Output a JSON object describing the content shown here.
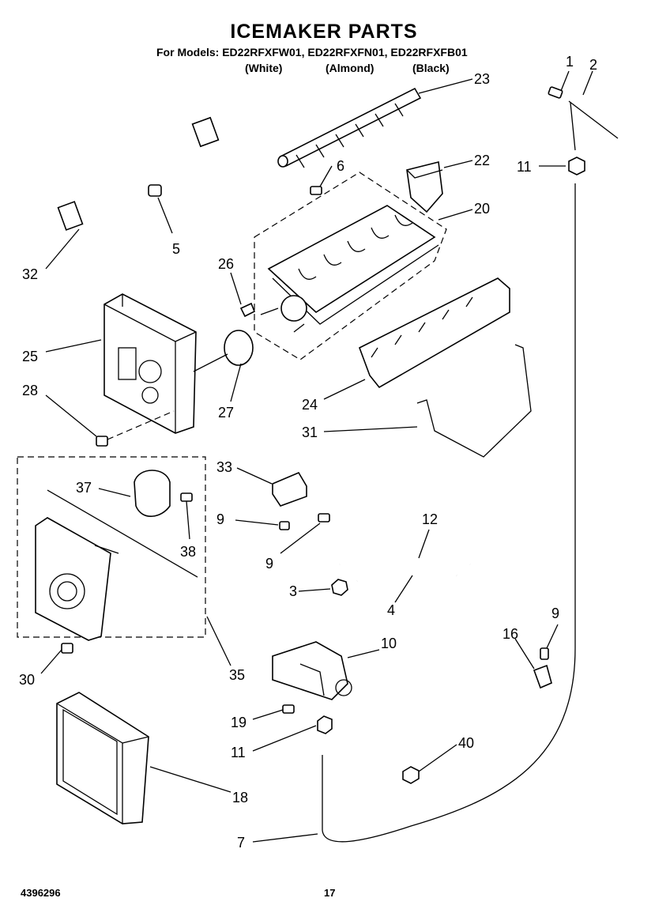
{
  "header": {
    "title": "ICEMAKER PARTS",
    "models_line": "For Models: ED22RFXFW01, ED22RFXFN01, ED22RFXFB01",
    "colors": [
      "(White)",
      "(Almond)",
      "(Black)"
    ]
  },
  "footer": {
    "doc_number": "4396296",
    "page_number": "17"
  },
  "callouts": [
    "1",
    "2",
    "23",
    "22",
    "20",
    "11",
    "6",
    "5",
    "32",
    "26",
    "25",
    "28",
    "27",
    "24",
    "31",
    "33",
    "37",
    "9",
    "38",
    "9",
    "12",
    "3",
    "4",
    "35",
    "10",
    "30",
    "16",
    "9",
    "19",
    "11",
    "40",
    "18",
    "7"
  ]
}
